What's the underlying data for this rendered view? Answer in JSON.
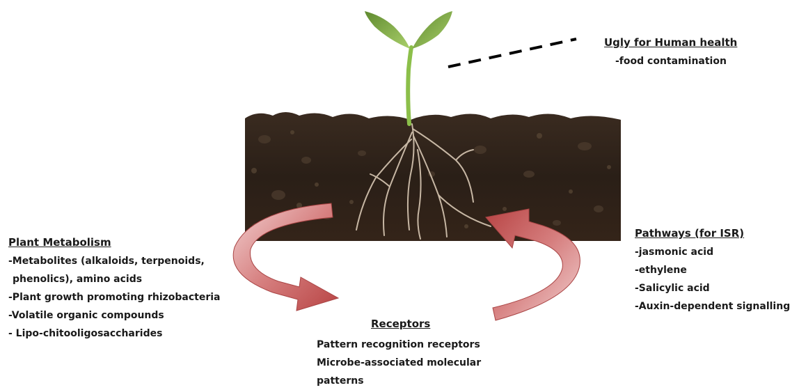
{
  "human_health": {
    "title": "Ugly for Human health",
    "items": [
      "-food contamination"
    ]
  },
  "plant_metabolism": {
    "title": "Plant Metabolism",
    "items": [
      "-Metabolites (alkaloids,  terpenoids,",
      "phenolics), amino acids",
      "-Plant growth promoting rhizobacteria",
      "-Volatile organic compounds",
      "- Lipo-chitooligosaccharides"
    ]
  },
  "pathways": {
    "title": "Pathways (for ISR)",
    "items": [
      "-jasmonic acid",
      "-ethylene",
      "-Salicylic acid",
      "-Auxin-dependent signalling"
    ]
  },
  "receptors": {
    "title": "Receptors",
    "items": [
      "Pattern recognition receptors",
      "Microbe-associated molecular",
      "patterns"
    ]
  },
  "colors": {
    "soil_dark": "#2a1f17",
    "soil_mid": "#4a3a2c",
    "stem_green": "#8cbf4a",
    "leaf_green": "#6d9a3a",
    "arrow_red": "#c85a5a",
    "arrow_light": "#eec3c3",
    "root_beige": "#d8c8b4"
  }
}
